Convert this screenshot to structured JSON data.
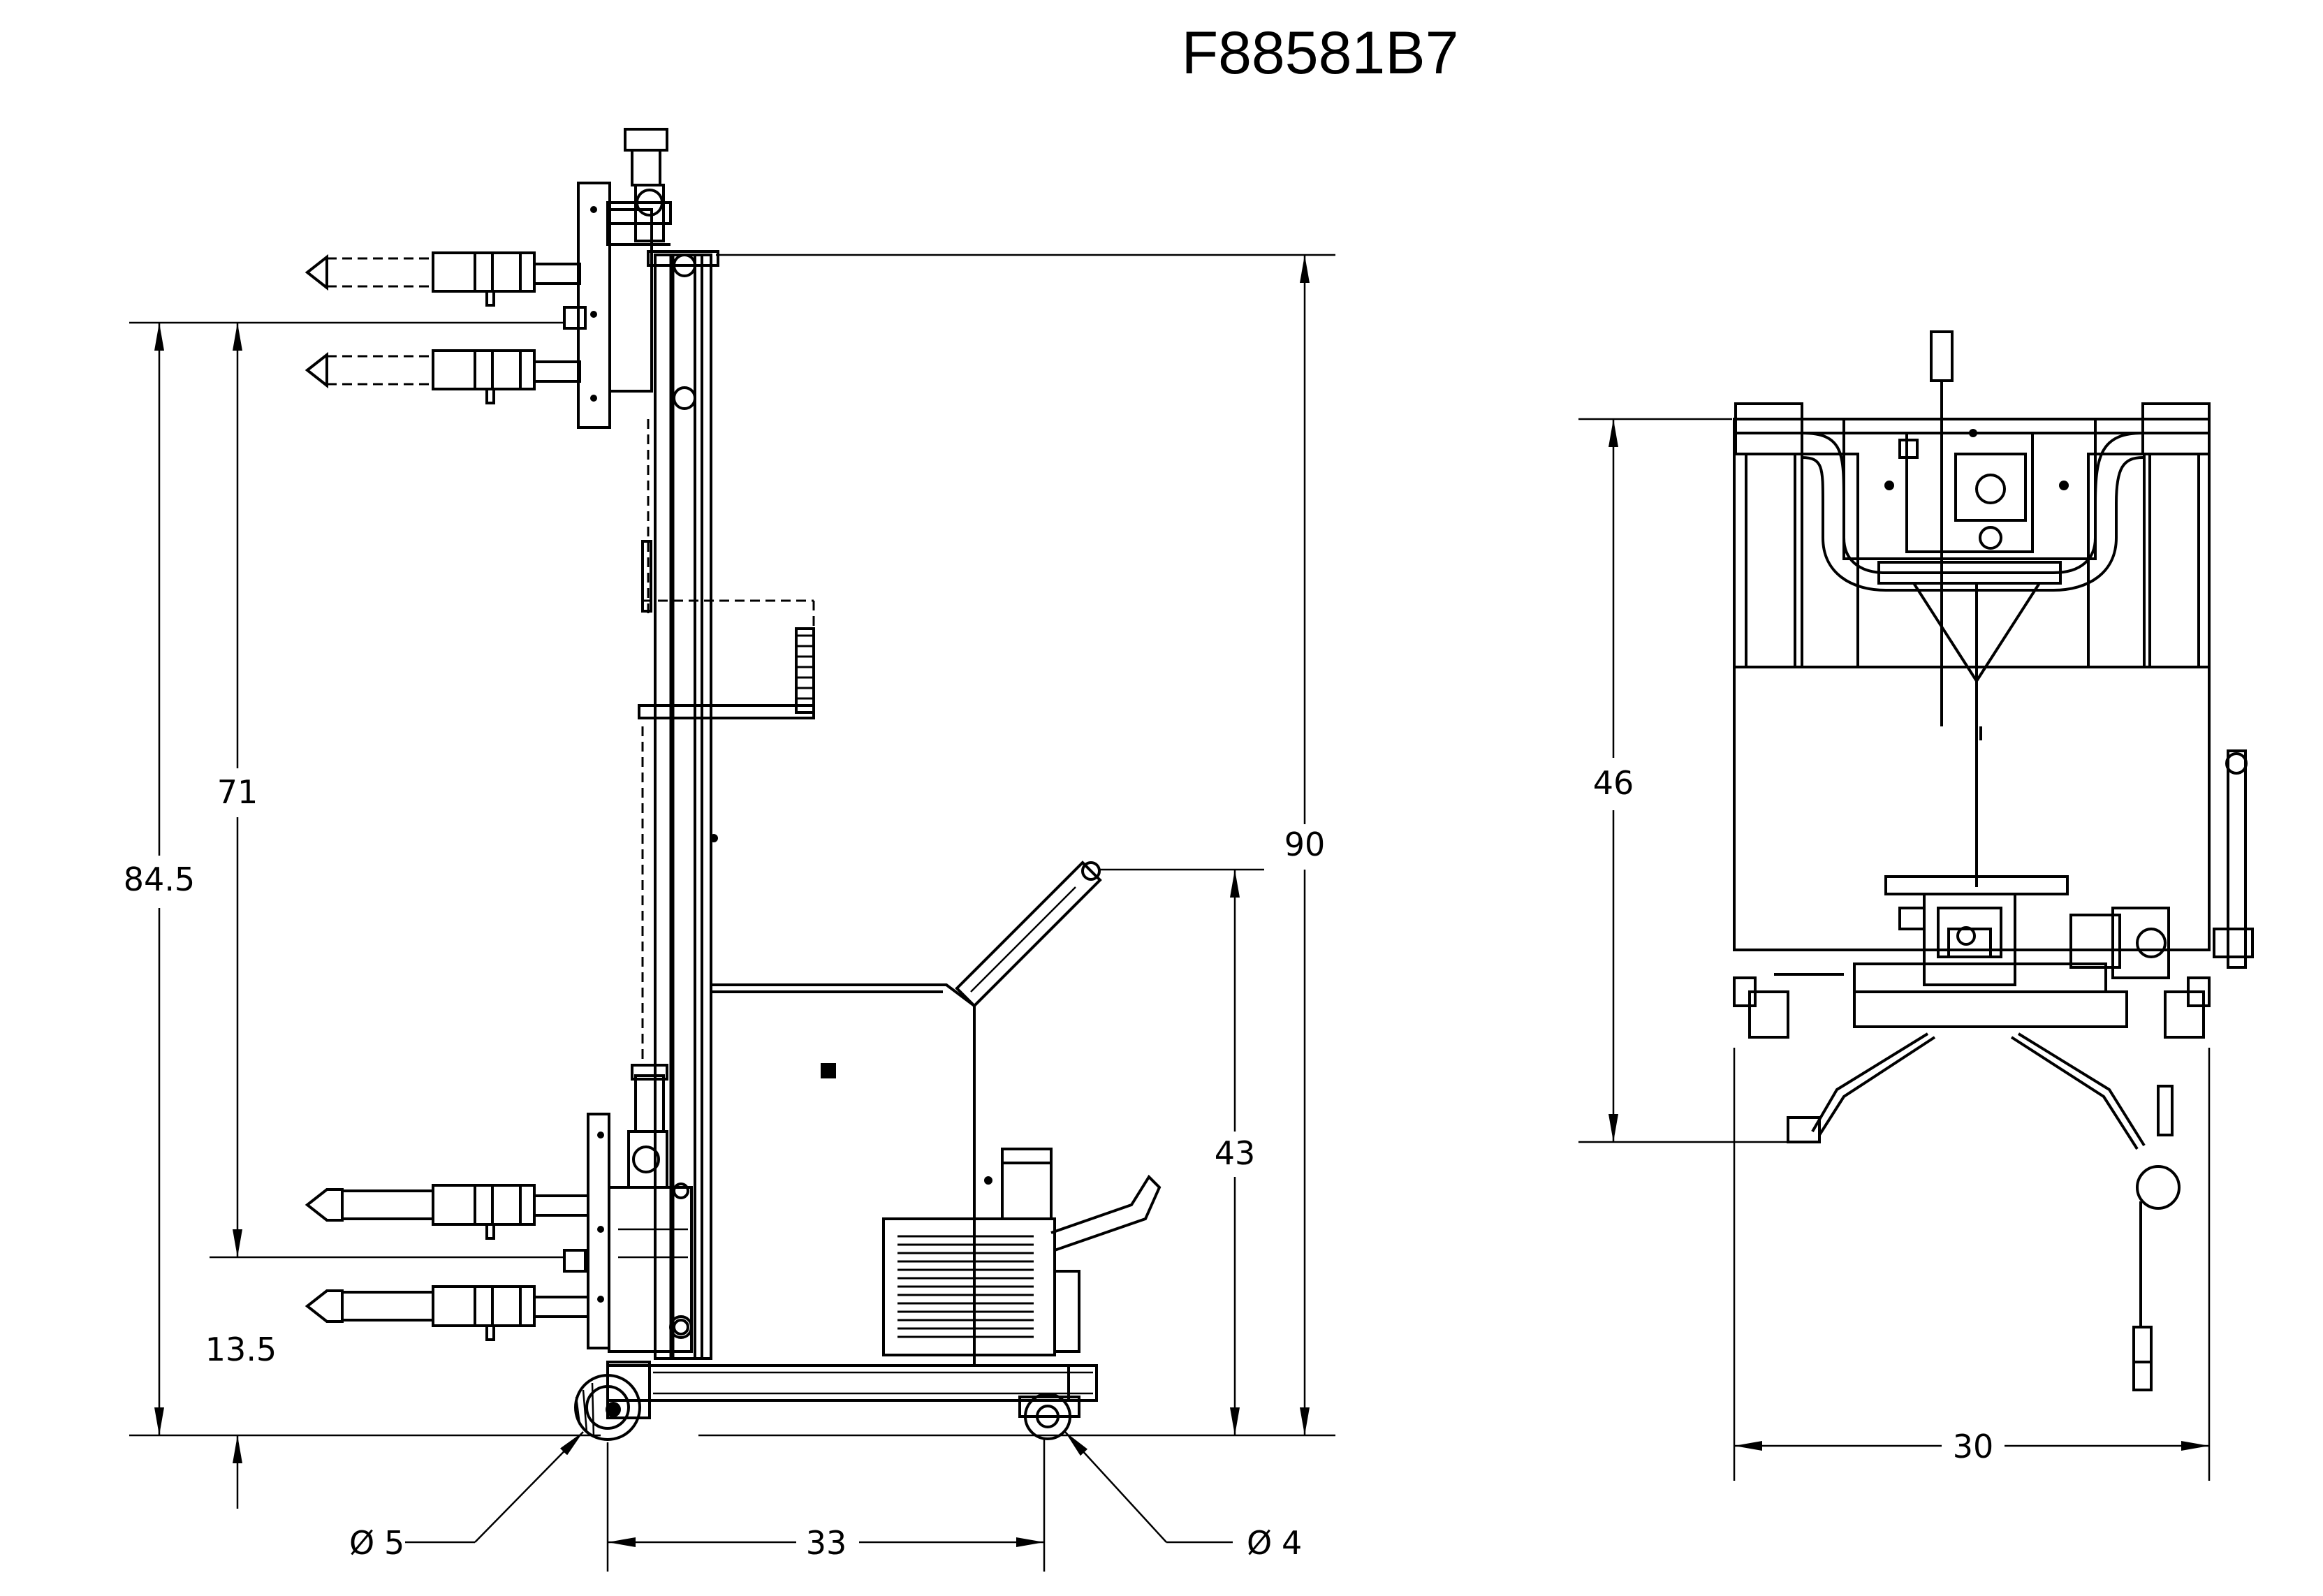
{
  "drawing": {
    "title": "F88581B7",
    "side_view": {
      "dimensions": {
        "overall_height": "90",
        "top_fork_height": "84.5",
        "fork_travel": "71",
        "lowered_fork_height": "13.5",
        "handle_height": "43",
        "wheelbase": "33",
        "front_wheel_diameter": "5",
        "rear_wheel_diameter": "4",
        "diameter_symbol": "Ø"
      }
    },
    "rear_view": {
      "dimensions": {
        "height": "46",
        "width": "30"
      }
    }
  }
}
